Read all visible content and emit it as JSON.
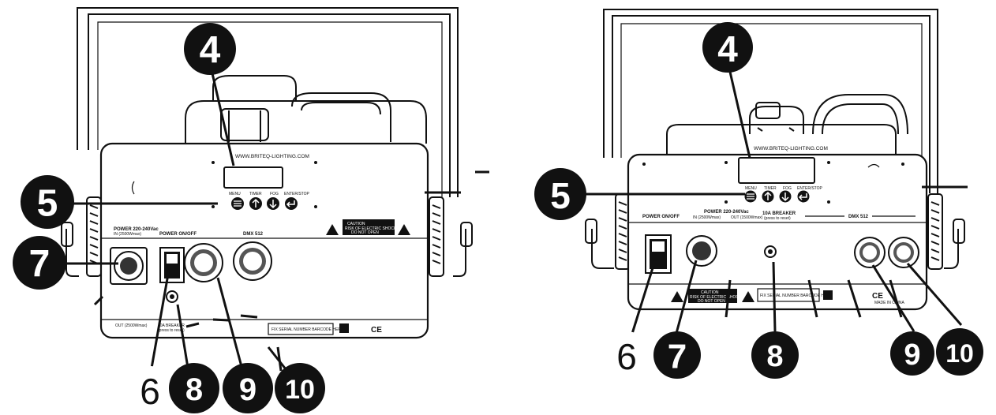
{
  "left_unit": {
    "url": "WWW.BRITEQ-LIGHTING.COM",
    "buttons": [
      "MENU",
      "TIMER",
      "FOG",
      "ENTER/STOP"
    ],
    "power_in": "POWER 220-240Vac",
    "power_in_sub": "IN (2500Wmax)",
    "power_switch": "POWER ON/OFF",
    "dmx": "DMX 512",
    "caution_title": "CAUTION",
    "caution_line1": "RISK OF ELECTRIC SHOCK",
    "caution_line2": "DO NOT OPEN",
    "out": "OUT (2500Wmax)",
    "breaker": "10A BREAKER",
    "breaker_sub": "(press to reset)",
    "serial": "FIX SERIAL NUMBER BARCODE HERE",
    "ce": "CE"
  },
  "right_unit": {
    "url": "WWW.BRITEQ-LIGHTING.COM",
    "buttons": [
      "MENU",
      "TIMER",
      "FOG",
      "ENTER/STOP"
    ],
    "power_switch": "POWER ON/OFF",
    "power_in": "POWER 220-240Vac",
    "power_in_sub": "IN (2500Wmax)",
    "out": "OUT (1500Wmax)",
    "breaker": "10A BREAKER",
    "breaker_sub": "(press to reset)",
    "dmx": "DMX 512",
    "caution_title": "CAUTION",
    "caution_line1": "RISK OF ELECTRIC SHOCK",
    "caution_line2": "DO NOT OPEN",
    "serial": "FIX SERIAL NUMBER BARCODE HERE",
    "ce": "CE",
    "made_in": "MADE IN CHINA"
  },
  "callouts": {
    "left": [
      "4",
      "5",
      "7",
      "6",
      "8",
      "9",
      "10"
    ],
    "right": [
      "4",
      "5",
      "6",
      "7",
      "8",
      "9",
      "10"
    ]
  }
}
